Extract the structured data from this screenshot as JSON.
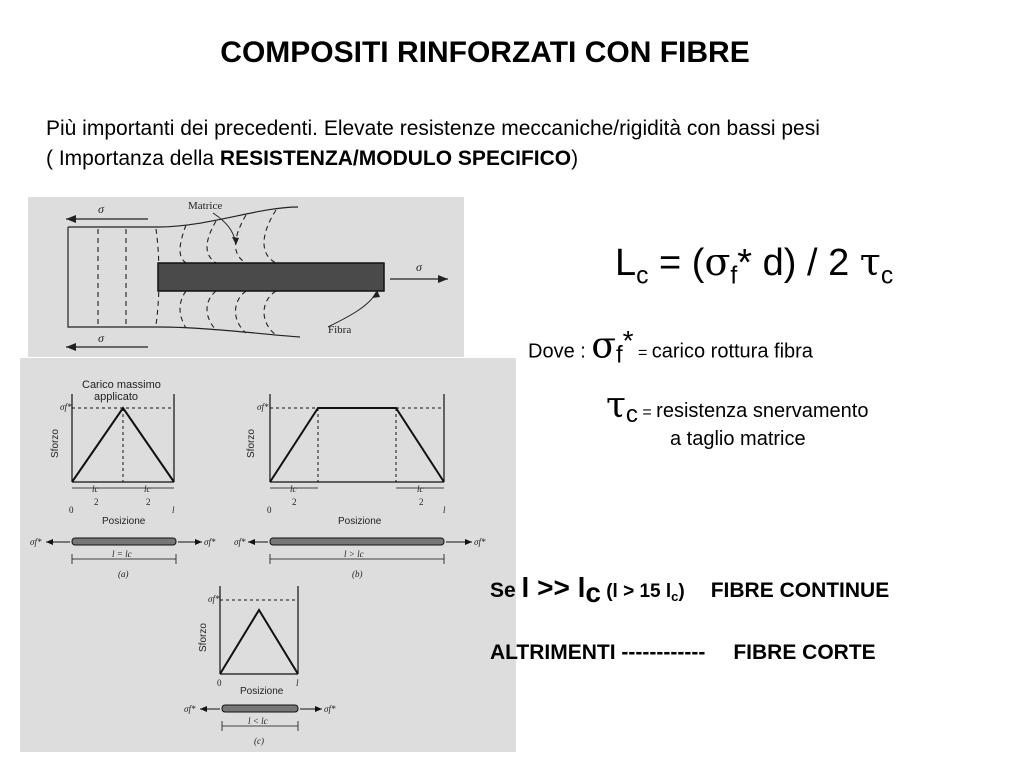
{
  "slide": {
    "title": "COMPOSITI RINFORZATI CON FIBRE",
    "intro_line1": "Più importanti dei precedenti. Elevate resistenze meccaniche/rigidità con bassi pesi",
    "intro_line2_a": "( Importanza della ",
    "intro_line2_b": "RESISTENZA/MODULO SPECIFICO",
    "intro_line2_c": ")"
  },
  "formula": {
    "L": "L",
    "c": "c",
    "eq_open": " = (",
    "sigma": "σ",
    "f": "f",
    "star": "*",
    "d_part": " d) / 2 ",
    "tau": "τ"
  },
  "definitions": {
    "dove": "Dove : ",
    "sigma": "σ",
    "f": "f",
    "star": "*",
    "eq": " = ",
    "carico": "carico rottura fibra",
    "tau": "τ",
    "c": "c",
    "resistenza": "resistenza snervamento",
    "taglio": "a taglio matrice"
  },
  "rules": {
    "se": "Se ",
    "l1": "l >> l",
    "c": "c",
    "paren_open": "  (l > 15 l",
    "paren_close": ")",
    "continue": "FIBRE CONTINUE",
    "altrimenti": "ALTRIMENTI ------------",
    "corte": "FIBRE CORTE"
  },
  "figure_top": {
    "sigma_top": "σ",
    "sigma_bottom": "σ",
    "sigma_right": "σ",
    "matrice": "Matrice",
    "fibra": "Fibra"
  },
  "figure_bottom": {
    "sigma_f": "σf*",
    "carico_line1": "Carico massimo",
    "carico_line2": "applicato",
    "sforzo": "Sforzo",
    "posizione": "Posizione",
    "lc": "lc",
    "two": "2",
    "zero": "0",
    "l": "l",
    "label_a": "l = lc",
    "label_b": "l > lc",
    "label_c": "l < lc",
    "caption_a": "(a)",
    "caption_b": "(b)",
    "caption_c": "(c)"
  }
}
